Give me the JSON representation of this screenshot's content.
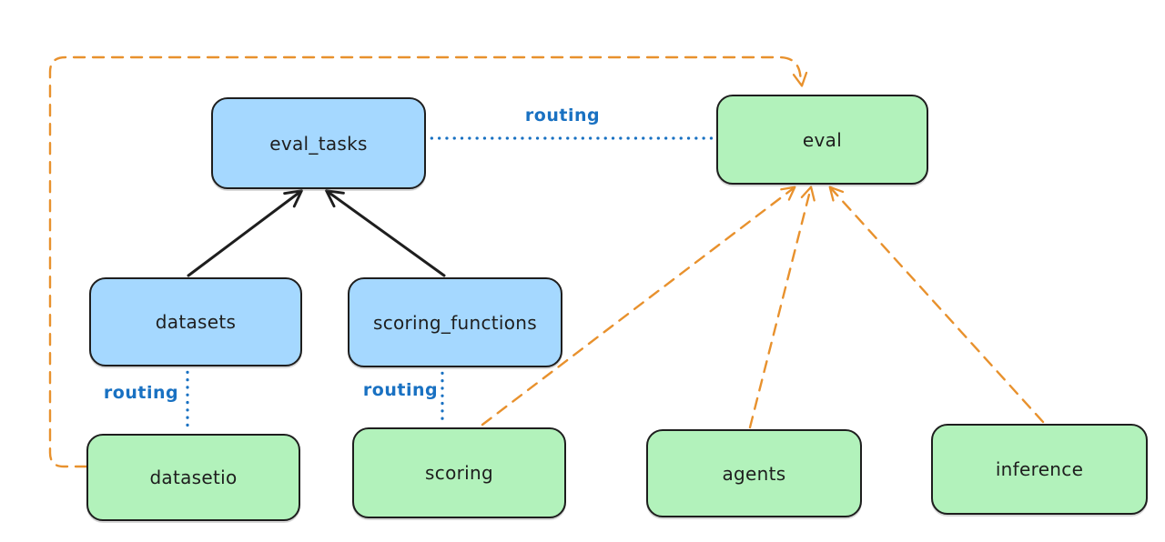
{
  "diagram": {
    "description": "API-to-provider routing diagram",
    "edge_label": "routing",
    "nodes": [
      {
        "id": "eval_tasks",
        "label": "eval_tasks",
        "fill": "#a5d8ff",
        "group": "blue"
      },
      {
        "id": "eval",
        "label": "eval",
        "fill": "#b2f2bb",
        "group": "green"
      },
      {
        "id": "datasets",
        "label": "datasets",
        "fill": "#a5d8ff",
        "group": "blue"
      },
      {
        "id": "scoring_functions",
        "label": "scoring_functions",
        "fill": "#a5d8ff",
        "group": "blue"
      },
      {
        "id": "datasetio",
        "label": "datasetio",
        "fill": "#b2f2bb",
        "group": "green"
      },
      {
        "id": "scoring",
        "label": "scoring",
        "fill": "#b2f2bb",
        "group": "green"
      },
      {
        "id": "agents",
        "label": "agents",
        "fill": "#b2f2bb",
        "group": "green"
      },
      {
        "id": "inference",
        "label": "inference",
        "fill": "#b2f2bb",
        "group": "green"
      }
    ],
    "edges": [
      {
        "from": "datasets",
        "to": "eval_tasks",
        "style": "solid-arrow",
        "color": "#1e1e1e"
      },
      {
        "from": "scoring_functions",
        "to": "eval_tasks",
        "style": "solid-arrow",
        "color": "#1e1e1e"
      },
      {
        "from": "eval_tasks",
        "to": "eval",
        "style": "dotted",
        "color": "#1971c2",
        "label": "routing"
      },
      {
        "from": "datasets",
        "to": "datasetio",
        "style": "dotted",
        "color": "#1971c2",
        "label": "routing"
      },
      {
        "from": "scoring_functions",
        "to": "scoring",
        "style": "dotted",
        "color": "#1971c2",
        "label": "routing"
      },
      {
        "from": "datasetio",
        "to": "eval",
        "style": "dashed-arrow",
        "color": "#e8912d"
      },
      {
        "from": "scoring",
        "to": "eval",
        "style": "dashed-arrow",
        "color": "#e8912d"
      },
      {
        "from": "agents",
        "to": "eval",
        "style": "dashed-arrow",
        "color": "#e8912d"
      },
      {
        "from": "inference",
        "to": "eval",
        "style": "dashed-arrow",
        "color": "#e8912d"
      }
    ],
    "colors": {
      "background": "#ffffff",
      "node_border": "#1e1e1e",
      "blue_node_fill": "#a5d8ff",
      "green_node_fill": "#b2f2bb",
      "routing_blue": "#1971c2",
      "orange_dashed": "#e8912d",
      "black_arrow": "#1e1e1e"
    }
  }
}
